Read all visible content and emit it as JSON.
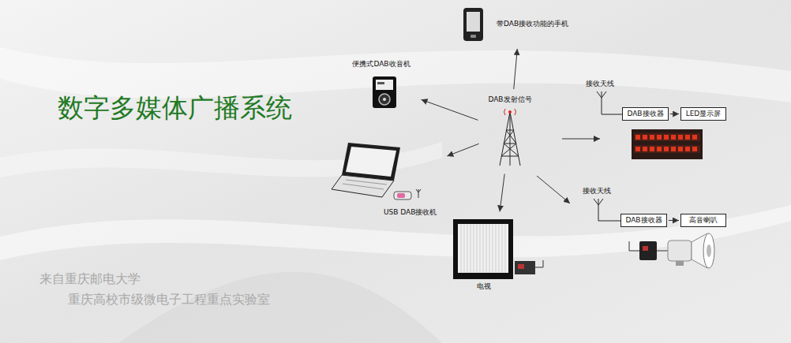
{
  "diagram": {
    "title": "数字多媒体广播系统",
    "nodes": [
      {
        "text": [
          "DAB发射信号"
        ]
      },
      {
        "text": [
          "带DAB接收功能的手机"
        ]
      },
      {
        "text": [
          "便携式DAB收音机"
        ]
      },
      {
        "text": [
          "USB DAB接收机"
        ]
      },
      {
        "text": [
          "电视"
        ]
      },
      {
        "text": [
          "DAB接收器"
        ]
      },
      {
        "text": [
          "LED显示屏"
        ]
      },
      {
        "text": [
          "DAB接收器"
        ]
      },
      {
        "text": [
          "高音喇叭"
        ]
      }
    ],
    "edges": [
      {
        "from": 0,
        "to": 1,
        "arrow": "to"
      },
      {
        "from": 0,
        "to": 2,
        "arrow": "to"
      },
      {
        "from": 0,
        "to": 3,
        "arrow": "to"
      },
      {
        "from": 0,
        "to": 4,
        "arrow": "to"
      },
      {
        "from": 5,
        "to": 6,
        "arrow": "to"
      },
      {
        "from": 7,
        "to": 8,
        "arrow": "to"
      }
    ],
    "labels": [
      "接收天线",
      "接收天线",
      "来自重庆邮电大学",
      "重庆高校市级微电子工程重点实验室"
    ]
  }
}
